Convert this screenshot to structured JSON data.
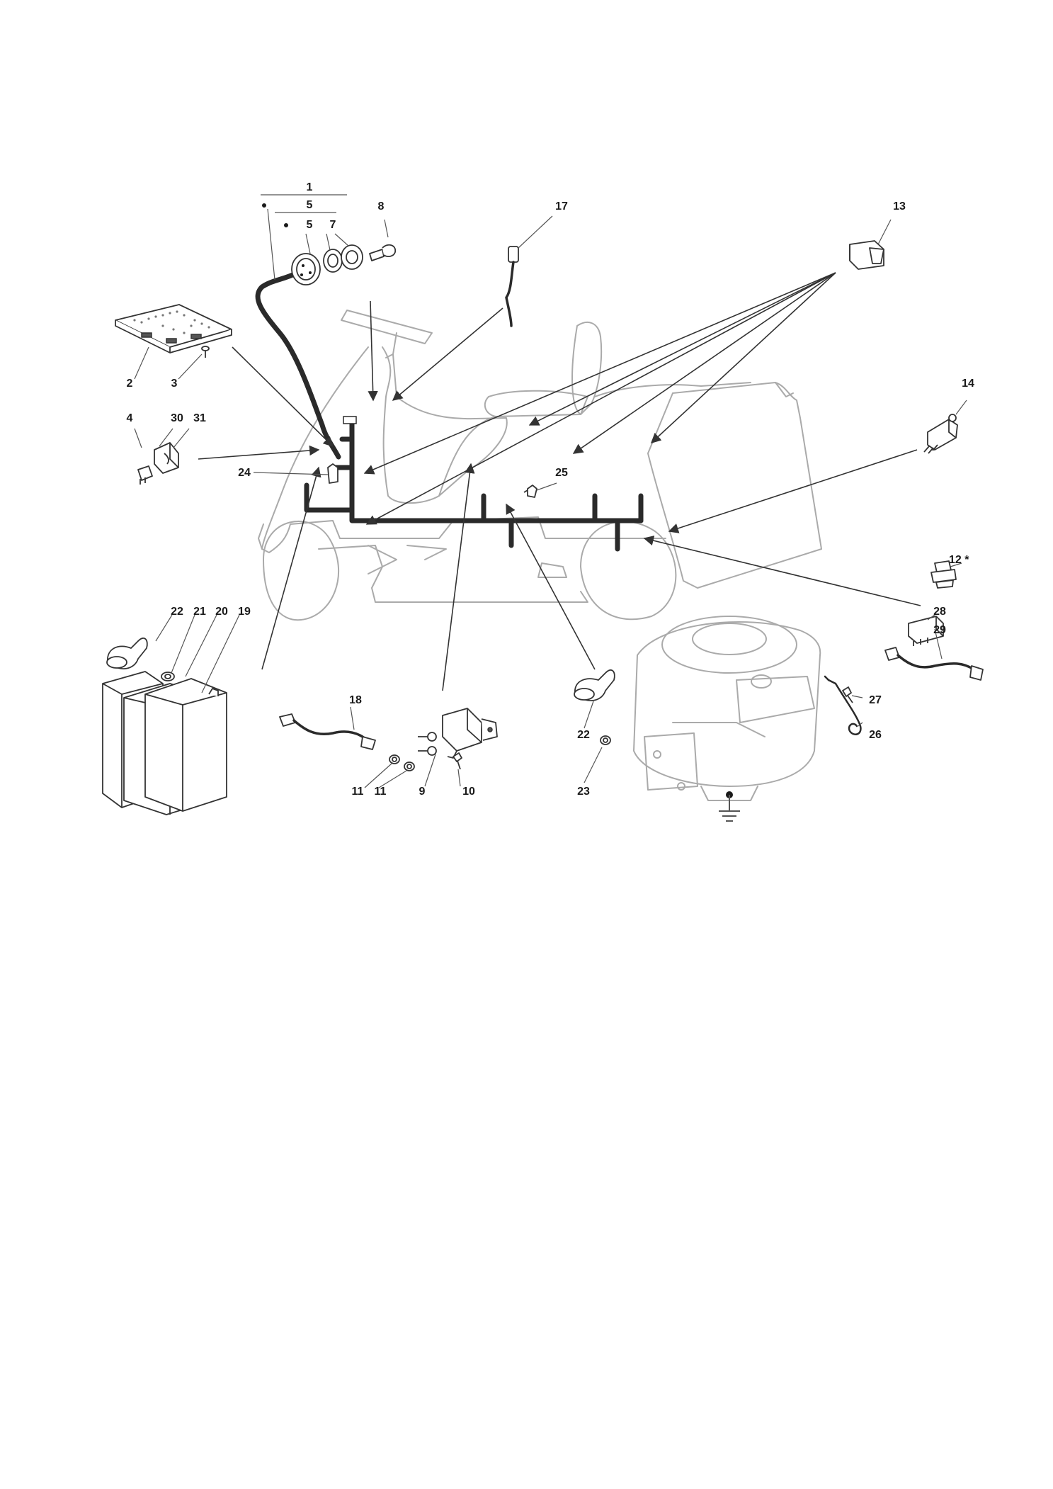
{
  "callouts": [
    {
      "id": "c1",
      "label": "1"
    },
    {
      "id": "c5a",
      "label": "5"
    },
    {
      "id": "c5b",
      "label": "5"
    },
    {
      "id": "c7",
      "label": "7"
    },
    {
      "id": "c8",
      "label": "8"
    },
    {
      "id": "c17",
      "label": "17"
    },
    {
      "id": "c13",
      "label": "13"
    },
    {
      "id": "c2",
      "label": "2"
    },
    {
      "id": "c3",
      "label": "3"
    },
    {
      "id": "c14",
      "label": "14"
    },
    {
      "id": "c4",
      "label": "4"
    },
    {
      "id": "c30",
      "label": "30"
    },
    {
      "id": "c31",
      "label": "31"
    },
    {
      "id": "c24",
      "label": "24"
    },
    {
      "id": "c25",
      "label": "25"
    },
    {
      "id": "c12",
      "label": "12 *"
    },
    {
      "id": "c28",
      "label": "28"
    },
    {
      "id": "c29",
      "label": "29"
    },
    {
      "id": "c22a",
      "label": "22"
    },
    {
      "id": "c21",
      "label": "21"
    },
    {
      "id": "c20",
      "label": "20"
    },
    {
      "id": "c19",
      "label": "19"
    },
    {
      "id": "c18",
      "label": "18"
    },
    {
      "id": "c27",
      "label": "27"
    },
    {
      "id": "c26",
      "label": "26"
    },
    {
      "id": "c22b",
      "label": "22"
    },
    {
      "id": "c23",
      "label": "23"
    },
    {
      "id": "c11a",
      "label": "11"
    },
    {
      "id": "c11b",
      "label": "11"
    },
    {
      "id": "c9",
      "label": "9"
    },
    {
      "id": "c10",
      "label": "10"
    }
  ],
  "icons": {
    "optional_marker": "bullet-dot",
    "ground": "ground-symbol-icon"
  }
}
